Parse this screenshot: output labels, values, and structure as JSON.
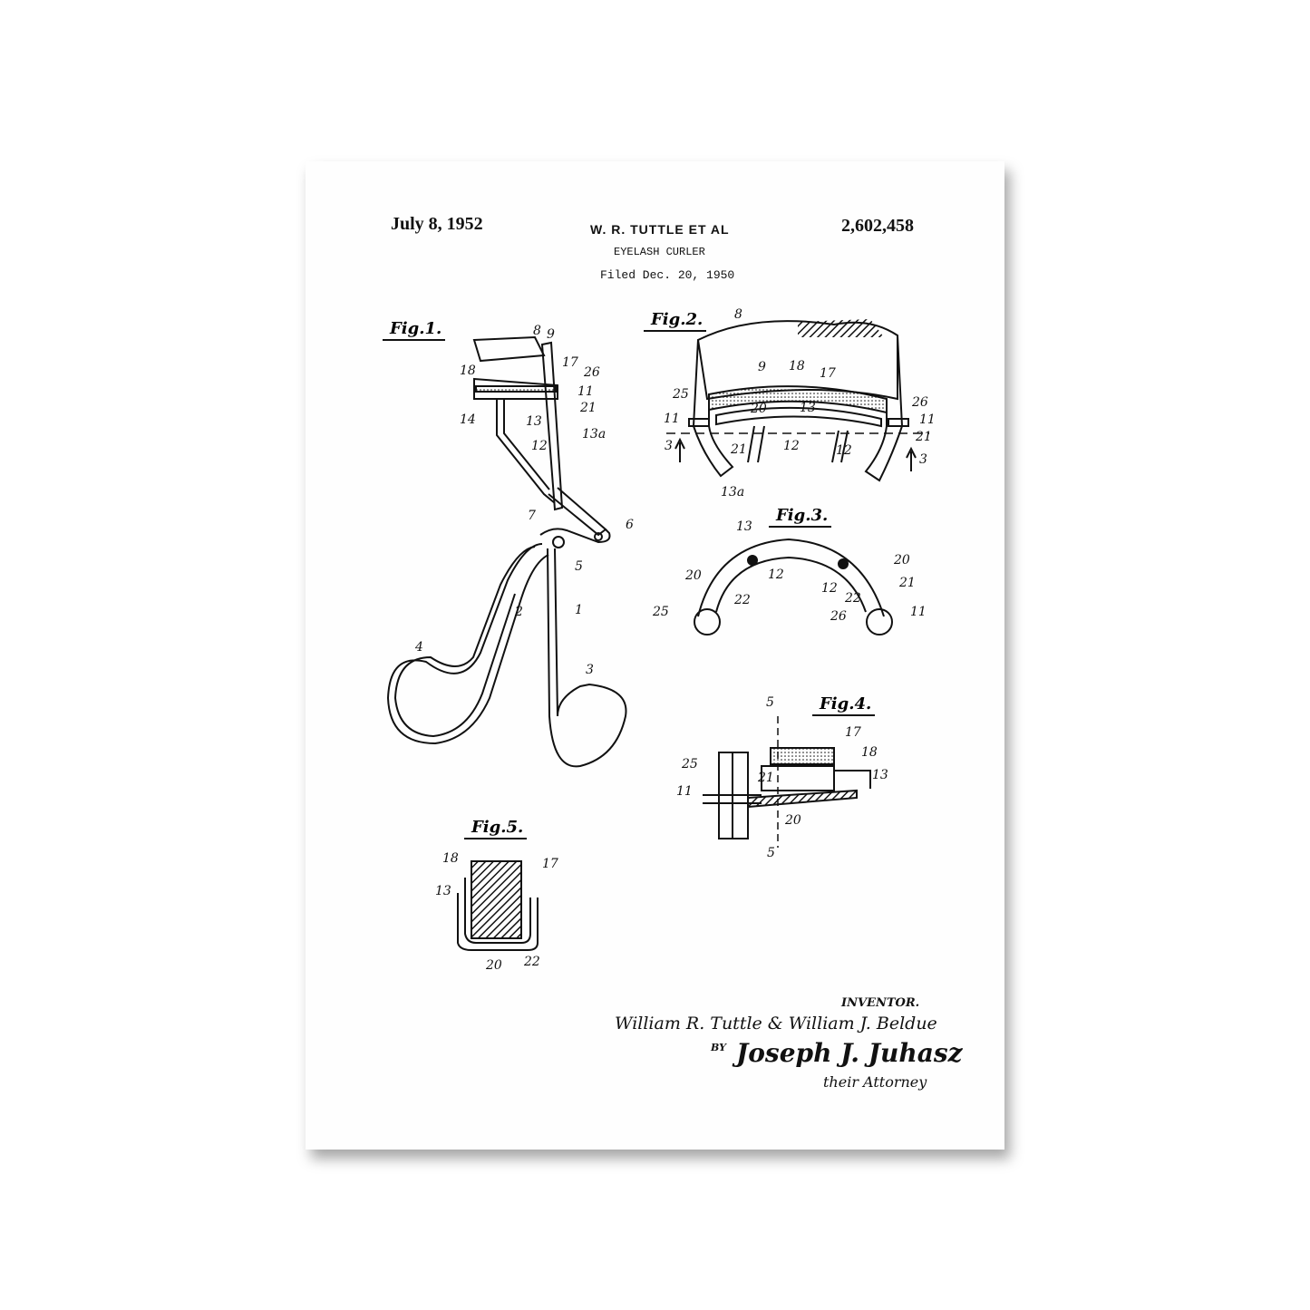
{
  "header": {
    "date": "July 8, 1952",
    "inventor_name": "W. R. TUTTLE  ET AL",
    "title": "EYELASH CURLER",
    "filed": "Filed Dec. 20, 1950",
    "patent_number": "2,602,458"
  },
  "figures": {
    "fig1": {
      "title": "Fig.1.",
      "refs": [
        "8",
        "9",
        "18",
        "17",
        "26",
        "11",
        "21",
        "14",
        "13",
        "13a",
        "12",
        "7",
        "6",
        "5",
        "2",
        "1",
        "4",
        "3"
      ]
    },
    "fig2": {
      "title": "Fig.2.",
      "refs": [
        "8",
        "9",
        "18",
        "17",
        "25",
        "26",
        "20",
        "13",
        "11",
        "11",
        "3",
        "21",
        "12",
        "12",
        "21",
        "3",
        "13a"
      ]
    },
    "fig3": {
      "title": "Fig.3.",
      "refs": [
        "13",
        "12",
        "12",
        "20",
        "22",
        "20",
        "21",
        "22",
        "25",
        "26",
        "11"
      ]
    },
    "fig4": {
      "title": "Fig.4.",
      "refs": [
        "5",
        "17",
        "18",
        "25",
        "13",
        "11",
        "21",
        "20",
        "5"
      ]
    },
    "fig5": {
      "title": "Fig.5.",
      "refs": [
        "18",
        "17",
        "13",
        "20",
        "22"
      ]
    }
  },
  "signature": {
    "inventor_label": "INVENTOR.",
    "inventors": "William R. Tuttle & William J. Beldue",
    "by": "BY",
    "attorney": "Joseph J. Juhasz",
    "attorney_label": "their Attorney"
  }
}
